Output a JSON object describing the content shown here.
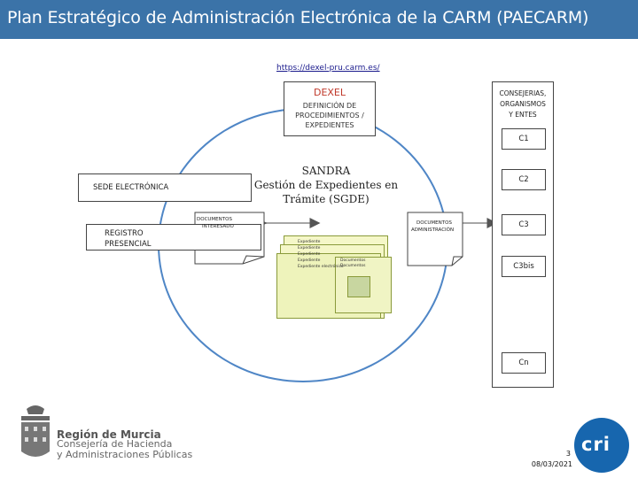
{
  "header": {
    "title": "Plan Estratégico de Administración Electrónica de la CARM (PAECARM)",
    "bg_color": "#3b73a8"
  },
  "url": "https://dexel-pru.carm.es/",
  "dexel": {
    "title": "DEXEL",
    "description": "DEFINICIÓN DE PROCEDIMIENTOS / EXPEDIENTES"
  },
  "sandra": {
    "line1": "SANDRA",
    "line2": "Gestión de Expedientes en",
    "line3": "Trámite (SGDE)"
  },
  "sede": "SEDE ELECTRÓNICA",
  "registro": {
    "line1": "REGISTRO",
    "line2": "PRESENCIAL"
  },
  "docs_interesado": {
    "line1": "DOCUMENTOS",
    "line2": "INTERESADO"
  },
  "docs_administracion": {
    "line1": "DOCUMENTOS",
    "line2": "ADMINISTRACIÓN"
  },
  "consejerias": {
    "line1": "CONSEJERIAS,",
    "line2": "ORGANISMOS",
    "line3": "Y ENTES"
  },
  "c_items": [
    "C1",
    "C2",
    "C3",
    "C3bis",
    "Cn"
  ],
  "thumbnail": {
    "labels": [
      "Expediente",
      "Expediente",
      "Expediente",
      "Expediente",
      "Expediente electrónico",
      "Documentos",
      "Documentos"
    ]
  },
  "footer": {
    "org_name": "Región de Murcia",
    "org_line2": "Consejería de Hacienda",
    "org_line3": "y Administraciones Públicas"
  },
  "page_number": "3",
  "date": "08/03/2021",
  "cri_logo_text": "cri",
  "colors": {
    "circle": "#4f86c6",
    "dexel_title": "#c0392b",
    "cri": "#1766ae"
  }
}
